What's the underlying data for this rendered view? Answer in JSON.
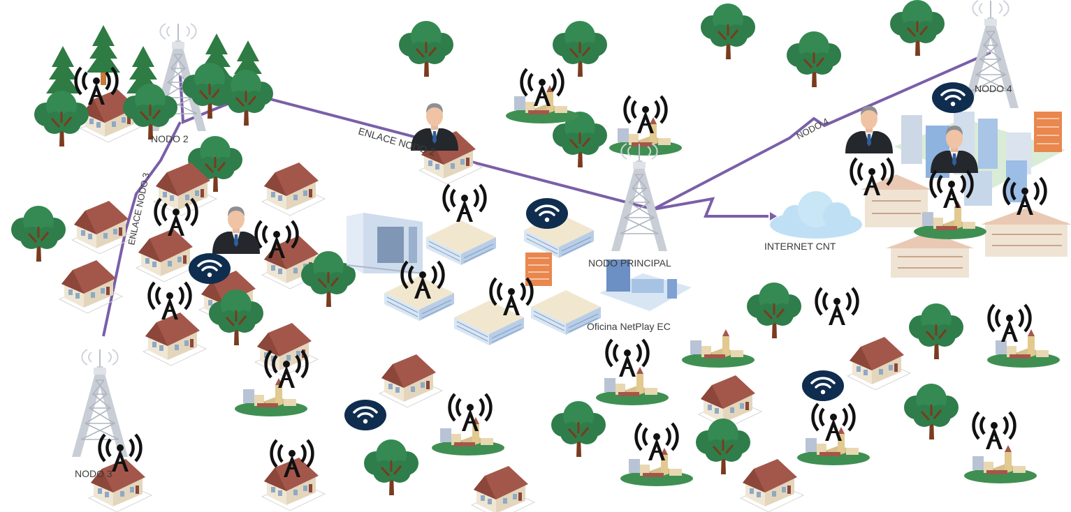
{
  "labels": {
    "nodo2": "NODO 2",
    "nodo3": "NODO 3",
    "nodo4": "NODO 4",
    "nodo_principal": "NODO PRINCIPAL",
    "internet": "INTERNET CNT",
    "oficina": "Oficina NetPlay EC"
  },
  "links": {
    "enlace_nodo2": "ENLACE NODO 2",
    "enlace_nodo3": "ENLACE NODO 3",
    "enlace_nodo4": "NODO 4"
  },
  "colors": {
    "link": "#7a5fa8",
    "tree_crown": "#2f7d4a",
    "pine": "#2e7b44",
    "wifi_badge": "#0f2d4e",
    "house_roof": "#a3574a",
    "tower": "#c9ced6",
    "cloud": "#bfe0f4"
  },
  "icons": {
    "tower": "radio-tower-icon",
    "antenna": "antenna-signal-icon",
    "wifi": "wifi-icon",
    "cloud": "cloud-icon",
    "tree": "tree-icon",
    "pine": "pine-tree-icon",
    "house": "house-icon",
    "person": "businessman-icon",
    "village": "village-icon",
    "city": "city-blocks-icon"
  }
}
